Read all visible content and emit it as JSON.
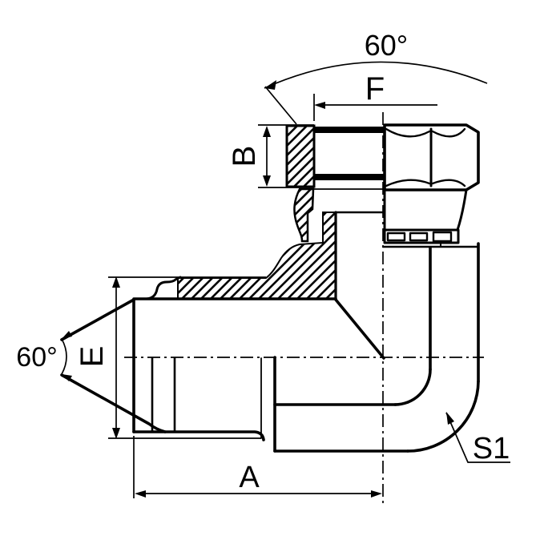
{
  "diagram": {
    "type": "engineering-drawing",
    "subject": "90-degree elbow hydraulic adapter fitting with swivel nut, partially sectioned side view",
    "colors": {
      "line": "#000000",
      "background": "#ffffff"
    },
    "labels": {
      "seat_angle_top": "60°",
      "dim_f": "F",
      "dim_b": "B",
      "dim_e": "E",
      "cone_angle_left": "60°",
      "dim_a": "A",
      "dim_s1": "S1"
    }
  }
}
